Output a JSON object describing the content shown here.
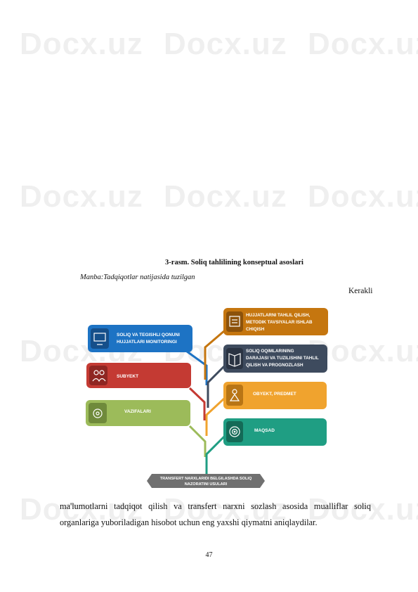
{
  "watermark": "Docx.uz",
  "figure": {
    "caption": "3-rasm. Soliq tahlilining konseptual asoslari",
    "source": "Manba:Tadqiqotlar natijasida tuzilgan",
    "diagram": {
      "root_line1": "TRANSFERT NARXLARIDI BELGILASHDA SOLIQ",
      "root_line2": "NAZORATINI USULARI",
      "left": [
        {
          "lines": [
            "SOLIQ VA TEGISHLI QONUNI",
            "HUJJATLARI MONITORINGI"
          ],
          "color": "#1d73c4",
          "icon": "monitor-icon"
        },
        {
          "lines": [
            "SUBYEKT"
          ],
          "color": "#c43a33",
          "icon": "people-icon"
        },
        {
          "lines": [
            "VAZIFALARI"
          ],
          "color": "#9cbb5a",
          "icon": "gear-icon"
        }
      ],
      "right": [
        {
          "lines": [
            "HUJJATLARNI TAHLIL QILISH,",
            "METODIK TAVSIYALAR ISHLAB",
            "CHIQISH"
          ],
          "color": "#c5760f",
          "icon": "analysis-icon"
        },
        {
          "lines": [
            "SOLIQ OQIMLARINING",
            "DARAJASI VA TUZILISHINI TAHLIL",
            "QILISH VA PROGNOZLASH"
          ],
          "color": "#3e4b5e",
          "icon": "book-icon"
        },
        {
          "lines": [
            "OBYEKT, PREDMET"
          ],
          "color": "#f0a32e",
          "icon": "object-icon"
        },
        {
          "lines": [
            "MAQSAD"
          ],
          "color": "#1f9e83",
          "icon": "target-icon"
        }
      ]
    }
  },
  "text_fragment": "Kerakli",
  "paragraph": {
    "line1": "ma'lumotlarni tadqiqot qilish va transfert narxni sozlash asosida mualliflar soliq",
    "line2": "organlariga yuboriladigan hisobot uchun eng yaxshi qiymatni aniqlaydilar."
  },
  "page_number": "47"
}
